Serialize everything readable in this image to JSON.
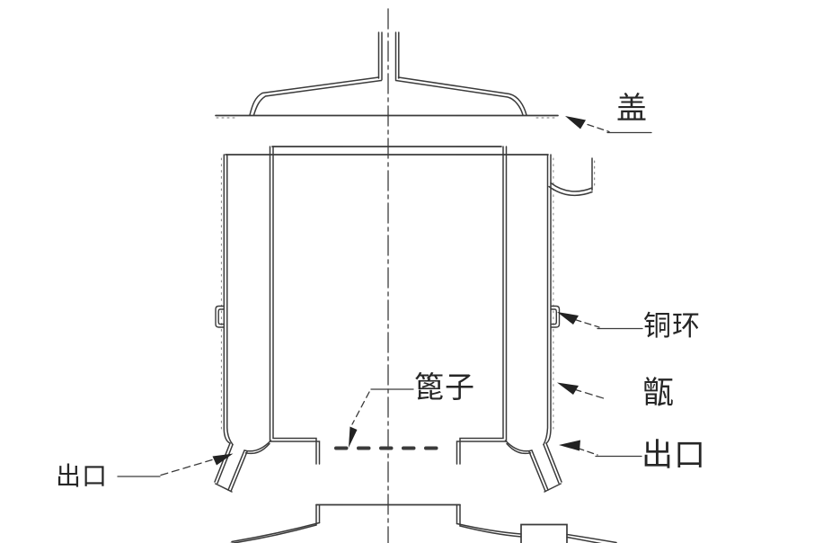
{
  "diagram": {
    "labels": {
      "lid": "盖",
      "copper_ring": "铜环",
      "vessel": "甑",
      "outlet_right": "出口",
      "outlet_left": "出口",
      "grate": "篦子"
    },
    "colors": {
      "line": "#3b3b3b",
      "arrow": "#222222",
      "background": "#ffffff"
    }
  }
}
